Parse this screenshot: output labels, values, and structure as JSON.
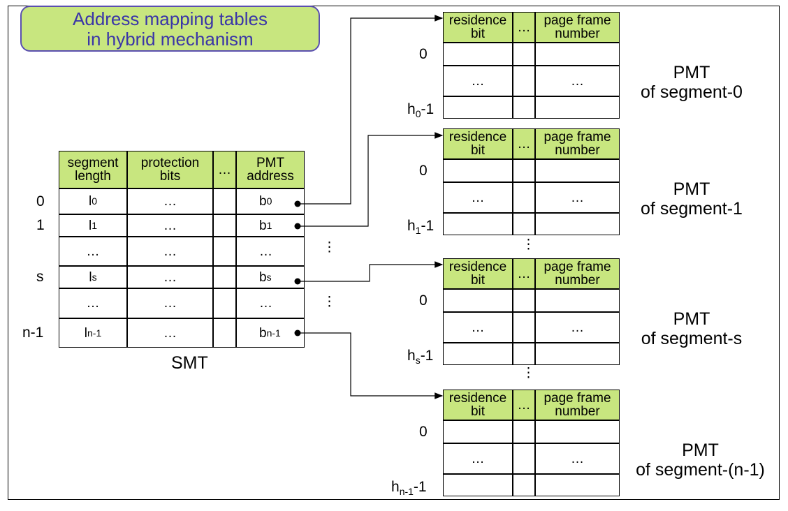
{
  "title": {
    "line1": "Address mapping tables",
    "line2": "in hybrid mechanism"
  },
  "colors": {
    "header_fill": "#c8e67f",
    "title_text": "#3a35a8",
    "title_border": "#5a4fb0"
  },
  "smt": {
    "caption": "SMT",
    "headers": {
      "segment_length": [
        "segment",
        "length"
      ],
      "protection_bits": [
        "protection",
        "bits"
      ],
      "ellipsis": "…",
      "pmt_address": [
        "PMT",
        "address"
      ]
    },
    "rows": [
      {
        "index": "0",
        "length": "l",
        "length_sub": "0",
        "prot": "…",
        "addr": "b",
        "addr_sub": "0"
      },
      {
        "index": "1",
        "length": "l",
        "length_sub": "1",
        "prot": "…",
        "addr": "b",
        "addr_sub": "1"
      },
      {
        "index": "",
        "length": "…",
        "length_sub": "",
        "prot": "…",
        "addr": "…",
        "addr_sub": ""
      },
      {
        "index": "s",
        "length": "l",
        "length_sub": "s",
        "prot": "…",
        "addr": "b",
        "addr_sub": "s"
      },
      {
        "index": "",
        "length": "…",
        "length_sub": "",
        "prot": "…",
        "addr": "…",
        "addr_sub": ""
      },
      {
        "index": "n-1",
        "length": "l",
        "length_sub": "n-1",
        "prot": "…",
        "addr": "b",
        "addr_sub": "n-1"
      }
    ]
  },
  "pmt": {
    "headers": {
      "residence": [
        "residence",
        "bit"
      ],
      "ellipsis": "…",
      "frame": [
        "page frame",
        "number"
      ]
    },
    "row_dots": "…",
    "first_index": "0",
    "tables": [
      {
        "name": [
          "PMT",
          "of segment-0"
        ],
        "last_h": "h",
        "last_sub": "0",
        "last_suffix": "-1"
      },
      {
        "name": [
          "PMT",
          "of segment-1"
        ],
        "last_h": "h",
        "last_sub": "1",
        "last_suffix": "-1"
      },
      {
        "name": [
          "PMT",
          "of segment-s"
        ],
        "last_h": "h",
        "last_sub": "s",
        "last_suffix": "-1"
      },
      {
        "name": [
          "PMT",
          "of segment-(n-1)"
        ],
        "last_h": "h",
        "last_sub": "n-1",
        "last_suffix": "-1"
      }
    ]
  },
  "vertical_dots": "⋮"
}
